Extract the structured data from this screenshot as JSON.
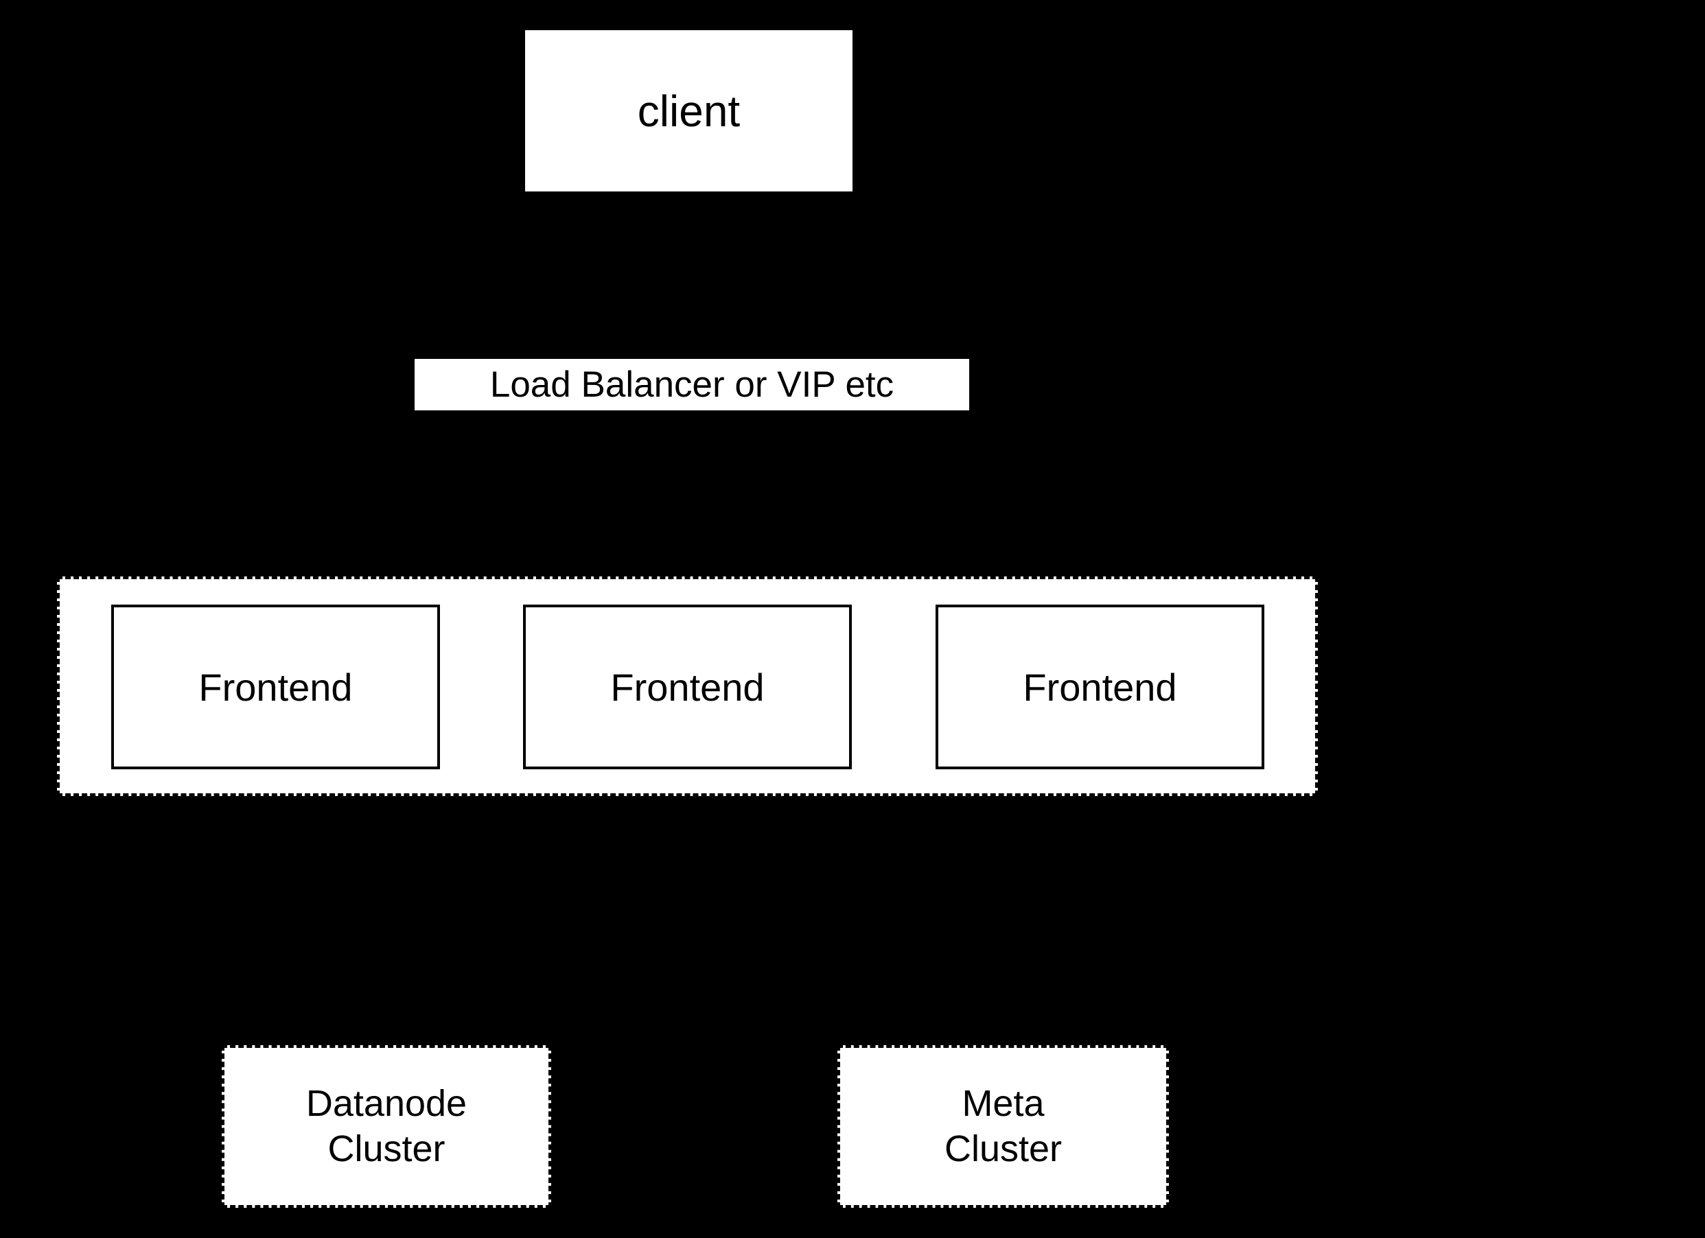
{
  "diagram": {
    "background_color": "#000000",
    "node_fill_color": "#ffffff",
    "text_color": "#000000",
    "client": {
      "label": "client"
    },
    "load_balancer": {
      "label": "Load Balancer or VIP etc"
    },
    "frontend_group": {
      "frontends": [
        {
          "label": "Frontend"
        },
        {
          "label": "Frontend"
        },
        {
          "label": "Frontend"
        }
      ]
    },
    "datanode_cluster": {
      "label": "Datanode\nCluster"
    },
    "meta_cluster": {
      "label": "Meta\nCluster"
    }
  }
}
